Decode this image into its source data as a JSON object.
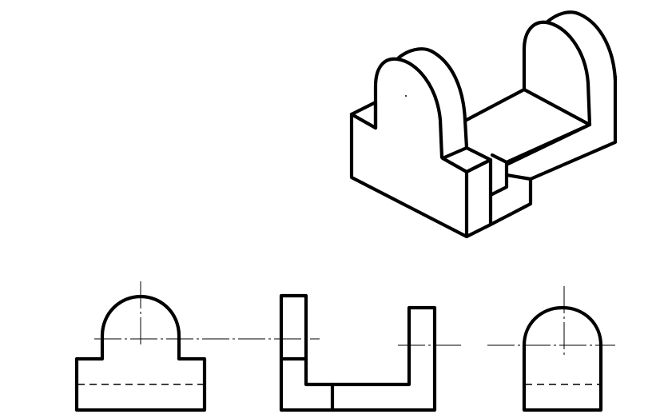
{
  "drawing": {
    "views": [
      {
        "id": "isometric",
        "kind": "isometric-view"
      },
      {
        "id": "front",
        "kind": "orthographic-view"
      },
      {
        "id": "top",
        "kind": "orthographic-view"
      },
      {
        "id": "side",
        "kind": "orthographic-view"
      }
    ],
    "line_styles": {
      "visible_outline": "solid-thick",
      "hidden_edge": "dashed-thin",
      "center_line": "chain-thin"
    },
    "colors": {
      "background": "#ffffff",
      "line": "#000000"
    }
  }
}
